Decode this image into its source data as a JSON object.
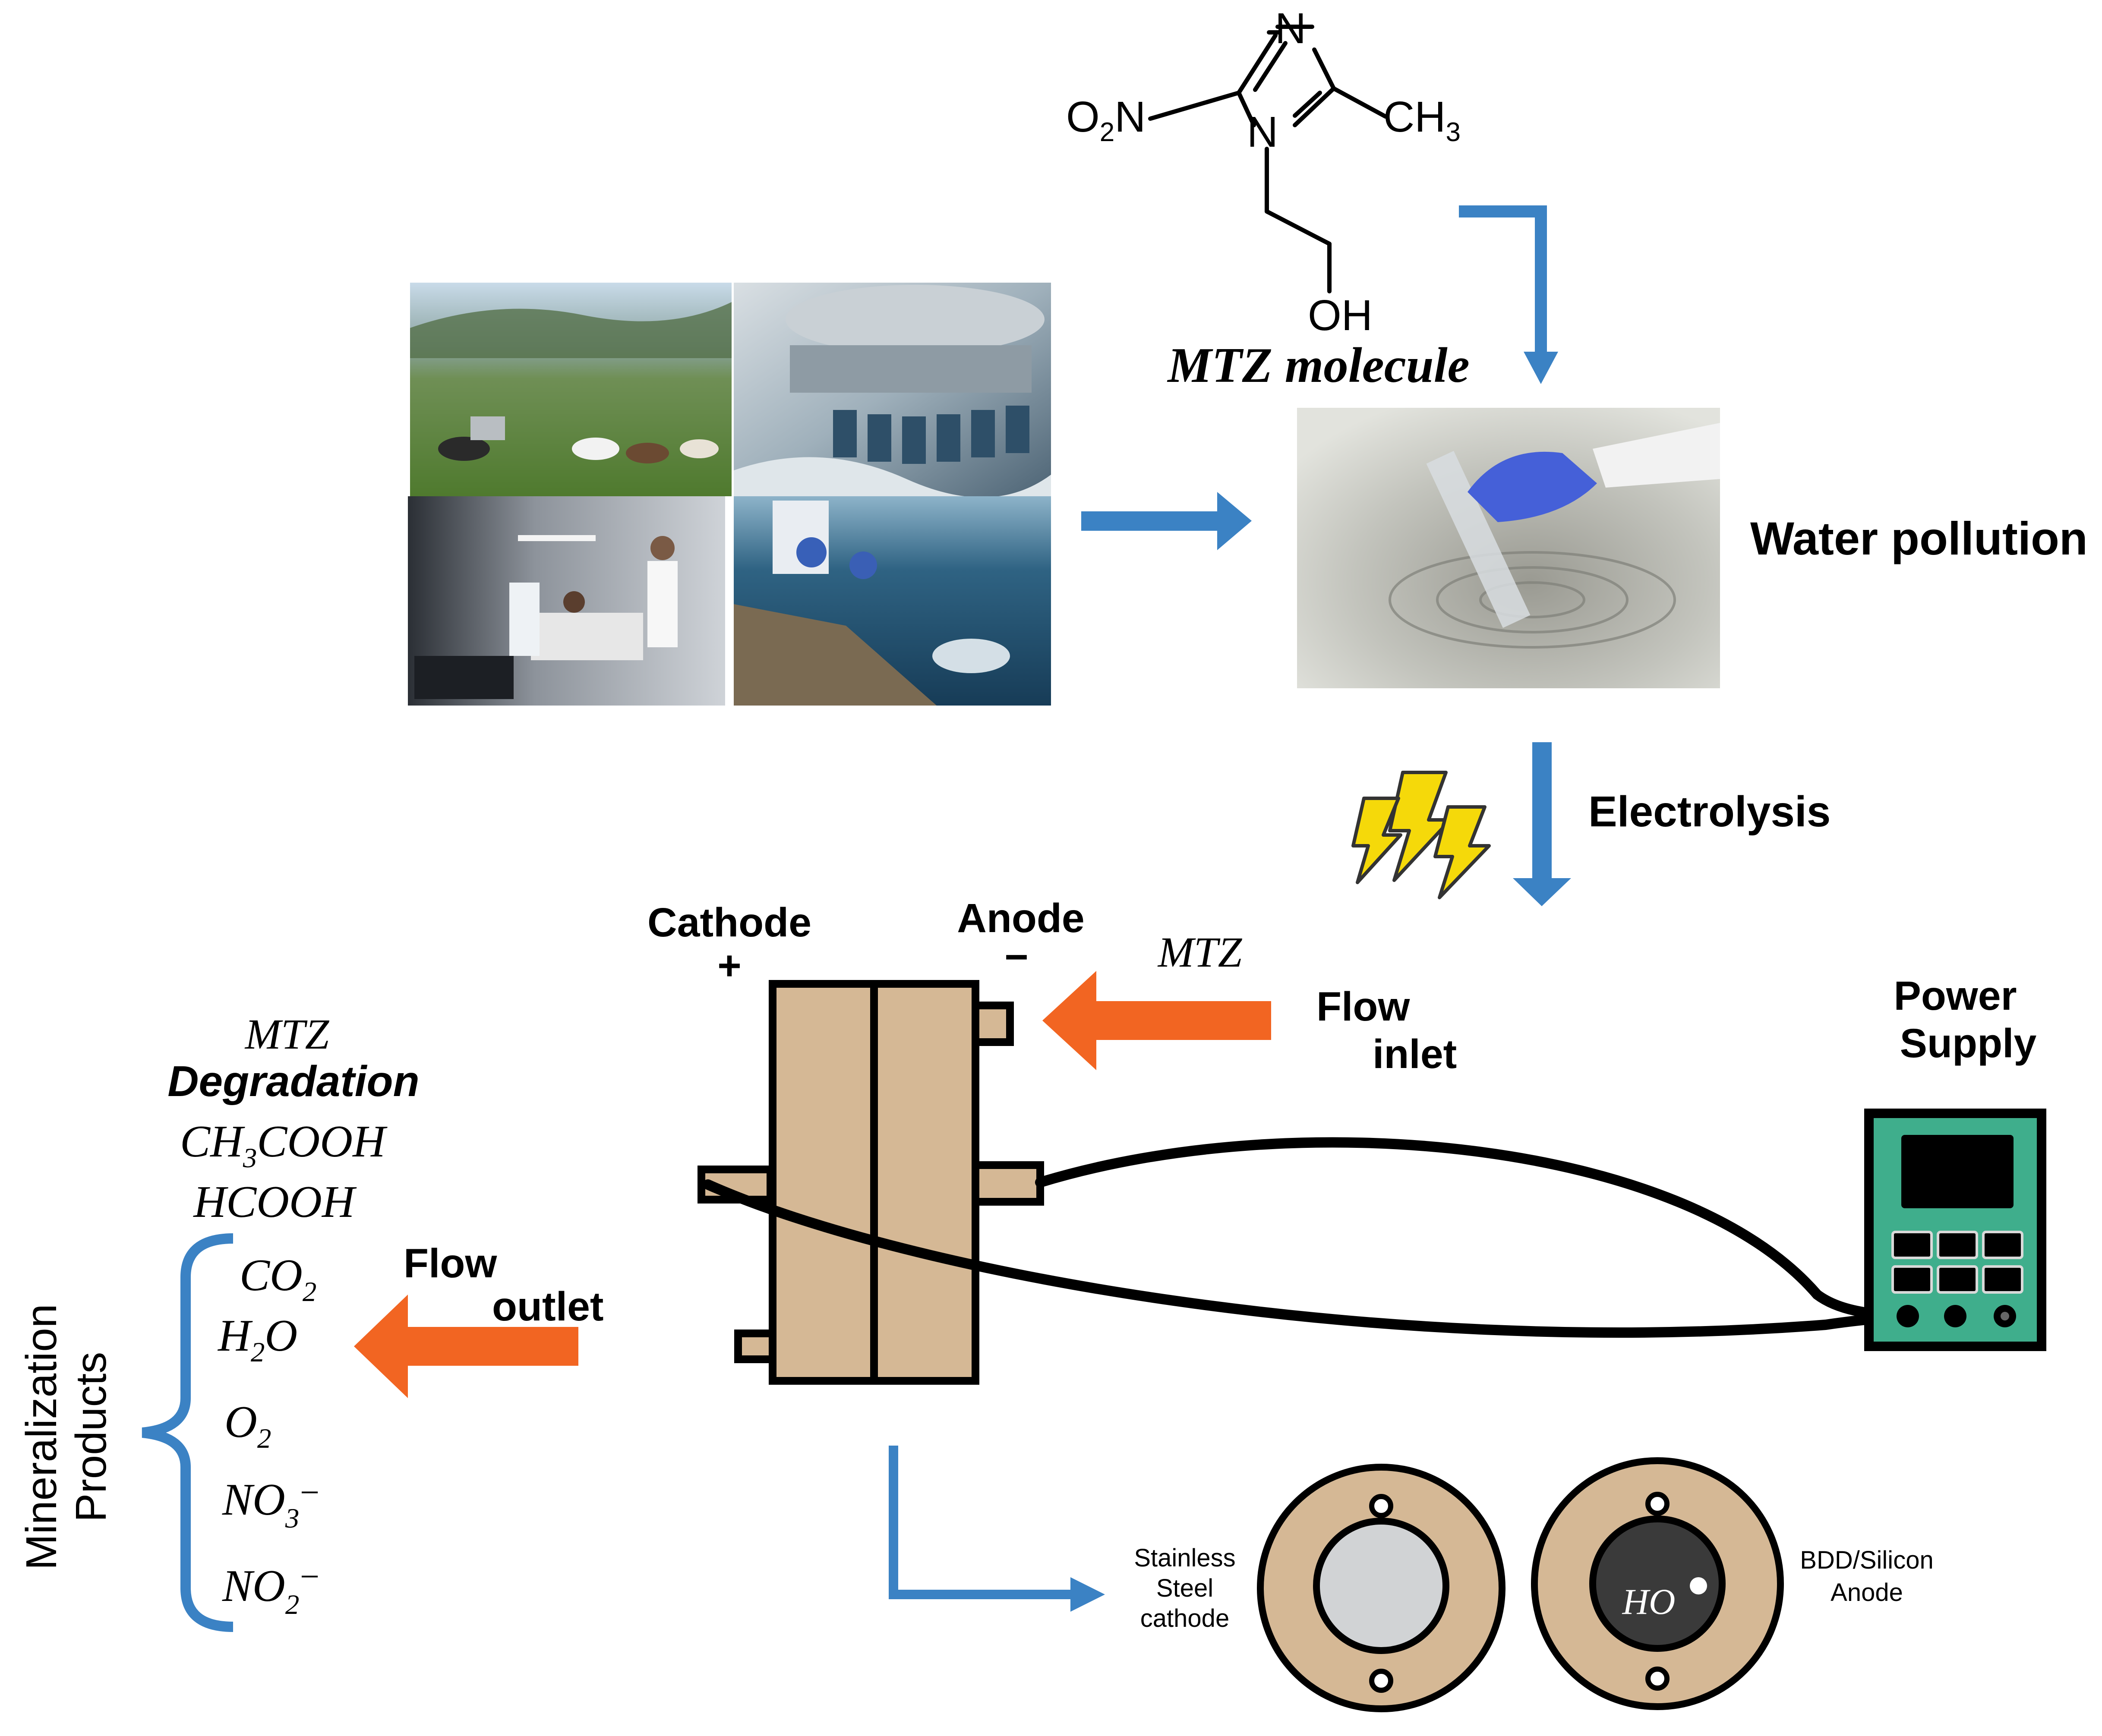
{
  "molecule": {
    "atom_n_top": "N",
    "atom_o2n": "O",
    "atom_o2n_sub": "2",
    "atom_o2n_tail": "N",
    "atom_n_ring": "N",
    "atom_ch3": "CH",
    "atom_ch3_sub": "3",
    "atom_oh": "OH",
    "caption": "MTZ molecule"
  },
  "water_pollution_label": "Water pollution",
  "electrolysis_label": "Electrolysis",
  "cell": {
    "cathode_label": "Cathode",
    "cathode_sign": "+",
    "anode_label": "Anode",
    "anode_sign": "−"
  },
  "inlet": {
    "species": "MTZ",
    "label_line1": "Flow",
    "label_line2": "inlet"
  },
  "outlet": {
    "label_line1": "Flow",
    "label_line2": "outlet"
  },
  "power_supply": {
    "line1": "Power",
    "line2": "Supply"
  },
  "degradation": {
    "species": "MTZ",
    "title": "Degradation",
    "intermediates": [
      {
        "main": "CH",
        "sub": "3",
        "tail": "COOH"
      },
      {
        "main": "HCOOH"
      }
    ],
    "mineralization_label_line1": "Mineralization",
    "mineralization_label_line2": "Products",
    "products": [
      {
        "main": "CO",
        "sub": "2",
        "sup": ""
      },
      {
        "main": "H",
        "sub": "2",
        "tail": "O"
      },
      {
        "main": "O",
        "sub": "2",
        "sup": ""
      },
      {
        "main": "NO",
        "sub": "3",
        "sup": "−"
      },
      {
        "main": "NO",
        "sub": "2",
        "sup": "−"
      }
    ]
  },
  "electrodes": {
    "cathode_line1": "Stainless",
    "cathode_line2": "Steel",
    "cathode_line3": "cathode",
    "anode_line1": "BDD/Silicon",
    "anode_line2": "Anode",
    "radical_label": "HO"
  },
  "colors": {
    "blue_arrow": "#3b82c4",
    "orange_arrow": "#f26522",
    "cell_fill": "#d5b895",
    "power_supply_green": "#3fae8c",
    "bolt_yellow": "#f5d90a"
  }
}
